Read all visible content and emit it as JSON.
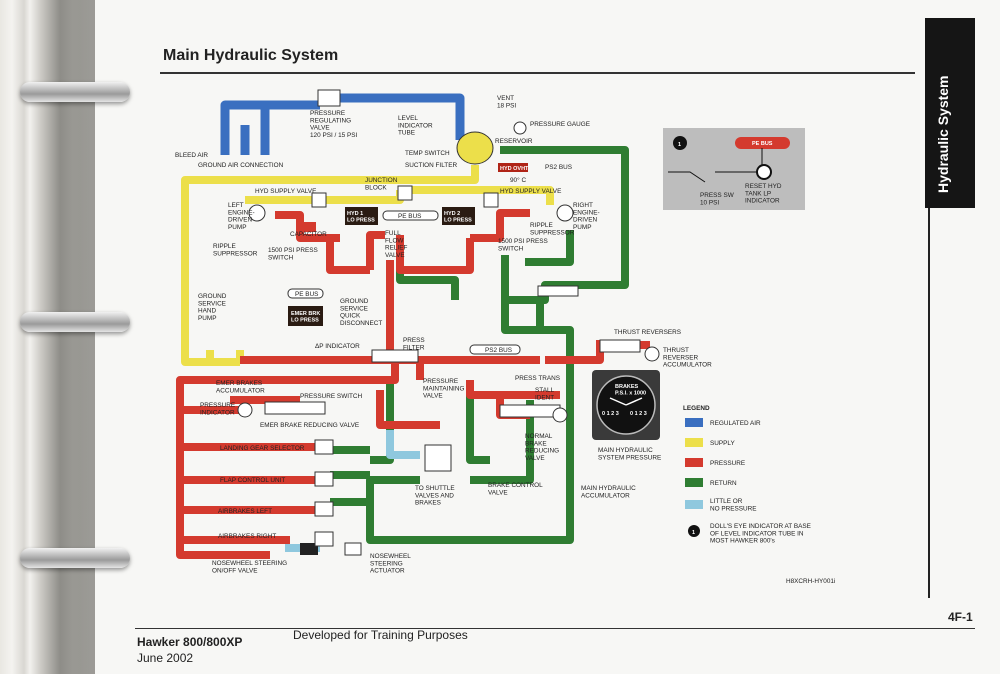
{
  "page": {
    "title": "Main Hydraulic System",
    "tab_label": "Hydraulic System",
    "page_number": "4F-1",
    "aircraft": "Hawker 800/800XP",
    "date": "June 2002",
    "footer_note": "Developed for Training Purposes",
    "figure_id": "H8XCRH-HY001i"
  },
  "labels": {
    "vent": "VENT\n18 PSI",
    "pressure_regulating_valve": "PRESSURE\nREGULATING\nVALVE\n120 PSI / 15 PSI",
    "level_indicator_tube": "LEVEL\nINDICATOR\nTUBE",
    "pressure_gauge": "PRESSURE GAUGE",
    "reservoir": "RESERVOIR",
    "bleed_air": "BLEED AIR",
    "ground_air_connection": "GROUND AIR CONNECTION",
    "temp_switch": "TEMP SWITCH",
    "suction_filter": "SUCTION FILTER",
    "hyd_ovht": "HYD OVHT",
    "ps2_bus_top": "PS2 BUS",
    "deg_90": "90° C",
    "junction_block": "JUNCTION\nBLOCK",
    "hyd_supply_valve_left": "HYD SUPPLY VALVE",
    "hyd_supply_valve_right": "HYD SUPPLY VALVE",
    "left_engine_driven_pump": "LEFT\nENGINE-\nDRIVEN\nPUMP",
    "right_engine_driven_pump": "RIGHT\nENGINE-\nDRIVEN\nPUMP",
    "hyd1_lo_press": "HYD 1\nLO PRESS",
    "pe_bus_top": "PE BUS",
    "hyd2_lo_press": "HYD 2\nLO PRESS",
    "ripple_suppressor_right": "RIPPLE\nSUPPRESSOR",
    "capacitor": "CAPACITOR",
    "full_flow_relief_valve": "FULL\nFLOW\nRELIEF\nVALVE",
    "psi_switch_left": "1500 PSI PRESS\nSWITCH",
    "psi_switch_right": "1500 PSI PRESS\nSWITCH",
    "ripple_suppressor_left": "RIPPLE\nSUPPRESSOR",
    "pe_bus_left": "PE BUS",
    "emer_brk_lo_press": "EMER BRK\nLO PRESS",
    "ground_service_quick_disconnect": "GROUND\nSERVICE\nQUICK\nDISCONNECT",
    "ground_service_hand_pump": "GROUND\nSERVICE\nHAND\nPUMP",
    "thrust_reversers": "THRUST REVERSERS",
    "dp_indicator": "ΔP INDICATOR",
    "press_filter": "PRESS\nFILTER",
    "ps2_bus_mid": "PS2 BUS",
    "thrust_reverser_accumulator": "THRUST\nREVERSER\nACCUMULATOR",
    "emer_brakes_accumulator": "EMER BRAKES\nACCUMULATOR",
    "pressure_maintaining_valve": "PRESSURE\nMAINTAINING\nVALVE",
    "press_trans": "PRESS TRANS",
    "stall_ident": "STALL\nIDENT",
    "pressure_switch": "PRESSURE SWITCH",
    "pressure_indicator": "PRESSURE\nINDICATOR",
    "emer_brake_reducing_valve": "EMER BRAKE REDUCING VALVE",
    "normal_brake_reducing_valve": "NORMAL\nBRAKE\nREDUCING\nVALVE",
    "landing_gear_selector": "LANDING GEAR SELECTOR",
    "main_hydraulic_system_pressure": "MAIN HYDRAULIC\nSYSTEM PRESSURE",
    "flap_control_unit": "FLAP CONTROL UNIT",
    "to_shuttle_valves_and_brakes": "TO SHUTTLE\nVALVES AND\nBRAKES",
    "brake_control_valve": "BRAKE CONTROL\nVALVE",
    "main_hydraulic_accumulator": "MAIN HYDRAULIC\nACCUMULATOR",
    "airbrakes_left": "AIRBRAKES LEFT",
    "airbrakes_right": "AIRBRAKES RIGHT",
    "nosewheel_steering_valve": "NOSEWHEEL STEERING\nON/OFF VALVE",
    "nosewheel_steering_actuator": "NOSEWHEEL\nSTEERING\nACTUATOR",
    "gauge_title": "BRAKES\nP.S.I. x 1000",
    "gauge_left_scale": "0 1 2 3",
    "gauge_right_scale": "0 1 2 3"
  },
  "callout": {
    "number": "1",
    "pe_bus": "PE BUS",
    "press_sw": "PRESS SW\n10 PSI",
    "reset": "RESET HYD\nTANK LP\nINDICATOR"
  },
  "legend": {
    "title": "LEGEND",
    "items": [
      {
        "label": "REGULATED AIR",
        "color": "#3a6fc0"
      },
      {
        "label": "SUPPLY",
        "color": "#ecdf4a"
      },
      {
        "label": "PRESSURE",
        "color": "#d43a2e"
      },
      {
        "label": "RETURN",
        "color": "#2f7d32"
      },
      {
        "label": "LITTLE OR\nNO PRESSURE",
        "color": "#8fc8de"
      }
    ],
    "note_number": "1",
    "note": "DOLL'S EYE INDICATOR AT BASE\nOF LEVEL INDICATOR TUBE IN\nMOST HAWKER 800's"
  },
  "colors": {
    "regulated_air": "#3a6fc0",
    "supply": "#ecdf4a",
    "pressure": "#d43a2e",
    "return": "#2f7d32",
    "little_pressure": "#8fc8de"
  }
}
